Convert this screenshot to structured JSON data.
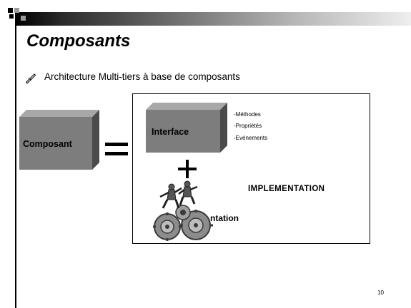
{
  "slide": {
    "title": "Composants",
    "bullet": {
      "icon": "pen-bullet-icon",
      "text": "Architecture Multi-tiers à base de composants"
    },
    "composant_box": {
      "label": "Composant"
    },
    "equals_sign": "=",
    "interface_box": {
      "label": "Interface",
      "items": [
        "-Méthodes",
        "-Propriétés",
        "-Evénements"
      ]
    },
    "plus_sign": "+",
    "implementation": {
      "label": "IMPLEMENTATION",
      "overlay_text": "ntation"
    },
    "illustration": "gears-and-workers-icon",
    "page_number": "10"
  },
  "colors": {
    "box_front": "#7d7d7d",
    "box_top": "#a8a8a8",
    "box_side": "#4b4b4b",
    "text": "#000000",
    "background": "#ffffff"
  }
}
